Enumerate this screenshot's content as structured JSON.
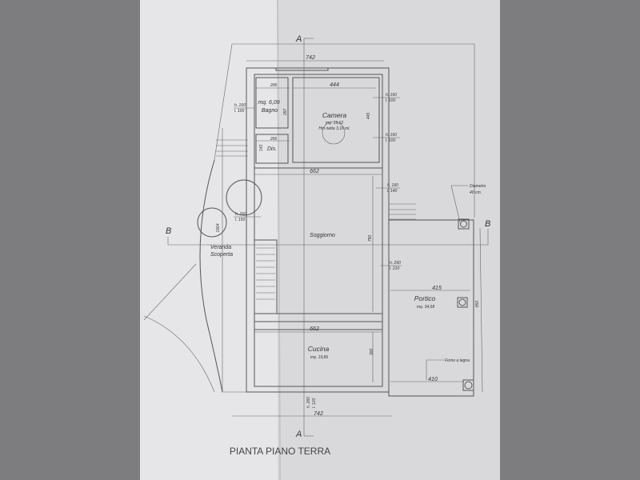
{
  "title": "PIANTA PIANO TERRA",
  "section_marks": {
    "a_top": "A",
    "a_bottom": "A",
    "b_left": "B",
    "b_right": "B"
  },
  "dimensions": {
    "top_overall": "742",
    "bottom_overall": "742",
    "camera_width": "444",
    "bagno_width": "206",
    "dis_width": "206",
    "bagno_depth": "297",
    "camera_depth": "445",
    "dis_depth": "143",
    "soggiorno_width": "662",
    "soggiorno_depth": "790",
    "veranda_length": "1664",
    "cucina_width": "662",
    "cucina_depth": "300",
    "portico_top": "415",
    "portico_bottom": "410",
    "portico_depth": "850"
  },
  "rooms": {
    "bagno": {
      "name": "Bagno",
      "area": "mq. 6,09"
    },
    "camera": {
      "name": "Camera",
      "area": "mq. 19,62",
      "height": "Hm netta 3,16 ml."
    },
    "dis": {
      "name": "Dis."
    },
    "soggiorno": {
      "name": "Soggiorno"
    },
    "veranda": {
      "name1": "Veranda",
      "name2": "Scoperta"
    },
    "portico": {
      "name": "Portico",
      "area": "mq. 34,58"
    },
    "cucina": {
      "name": "Cucina",
      "area": "mq. 19,86"
    }
  },
  "openings": {
    "bagno_window": {
      "h": "h. 160",
      "l": "l. 100"
    },
    "camera_window1": {
      "h": "h. 160",
      "l": "l. 100"
    },
    "camera_window2": {
      "h": "h. 160",
      "l": "l. 100"
    },
    "soggiorno_window": {
      "h": "h. 160",
      "l": "l. 140"
    },
    "veranda_door": {
      "h": "h. 260",
      "l": "l. 150"
    },
    "portico_door": {
      "h": "h. 260",
      "l": "l. 210"
    },
    "front_door": {
      "h": "h. 260",
      "l": "l. 120"
    }
  },
  "notes": {
    "column_note1": "Diametro",
    "column_note2": "40 cm.",
    "oven": "Forno a legna"
  }
}
